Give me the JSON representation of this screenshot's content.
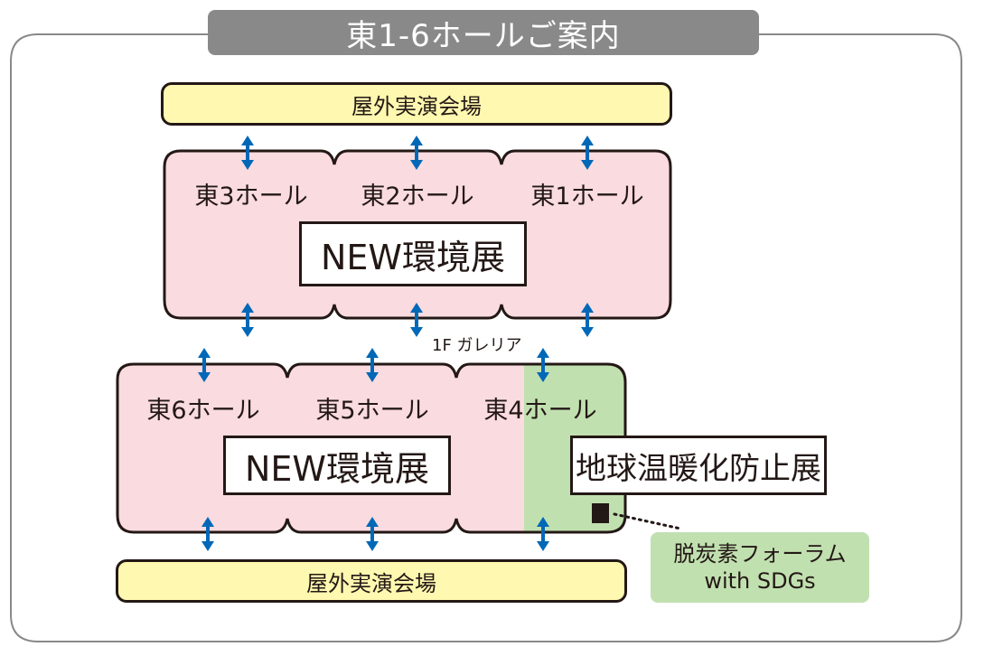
{
  "title": "東1-6ホールご案内",
  "colors": {
    "title_bg": "#898989",
    "frame": "#898989",
    "venue_fill": "#fff8b0",
    "hall_fill": "#f9dbe0",
    "green_zone": "#c1e0b0",
    "arrow": "#0068b7",
    "outline": "#231815"
  },
  "outdoor_venues": [
    {
      "label": "屋外実演会場",
      "position": "top"
    },
    {
      "label": "屋外実演会場",
      "position": "bottom"
    }
  ],
  "upper_block": {
    "halls": [
      {
        "label": "東3ホール"
      },
      {
        "label": "東2ホール"
      },
      {
        "label": "東1ホール"
      }
    ],
    "exhibition": "NEW環境展"
  },
  "galleria": {
    "label": "1F ガレリア"
  },
  "lower_block": {
    "halls": [
      {
        "label": "東6ホール"
      },
      {
        "label": "東5ホール"
      },
      {
        "label": "東4ホール"
      }
    ],
    "exhibition": "NEW環境展",
    "green_exhibition": "地球温暖化防止展"
  },
  "forum": {
    "line1": "脱炭素フォーラム",
    "line2": "with SDGs",
    "marker_icon": "square-marker-icon"
  },
  "arrows": {
    "icon": "double-arrow-vertical-icon",
    "count": 12
  }
}
